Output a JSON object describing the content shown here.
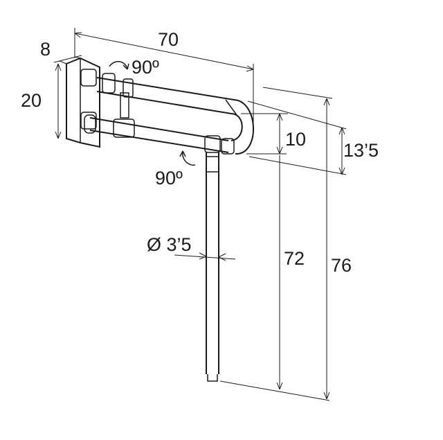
{
  "dimensions": {
    "top_width": "70",
    "plate_thickness": "8",
    "plate_height": "20",
    "rotation_top": "90º",
    "rotation_bottom": "90º",
    "bar_spacing": "10",
    "total_height_bars": "13’5",
    "leg_diameter": "Ø 3’5",
    "leg_height": "72",
    "total_height": "76"
  }
}
